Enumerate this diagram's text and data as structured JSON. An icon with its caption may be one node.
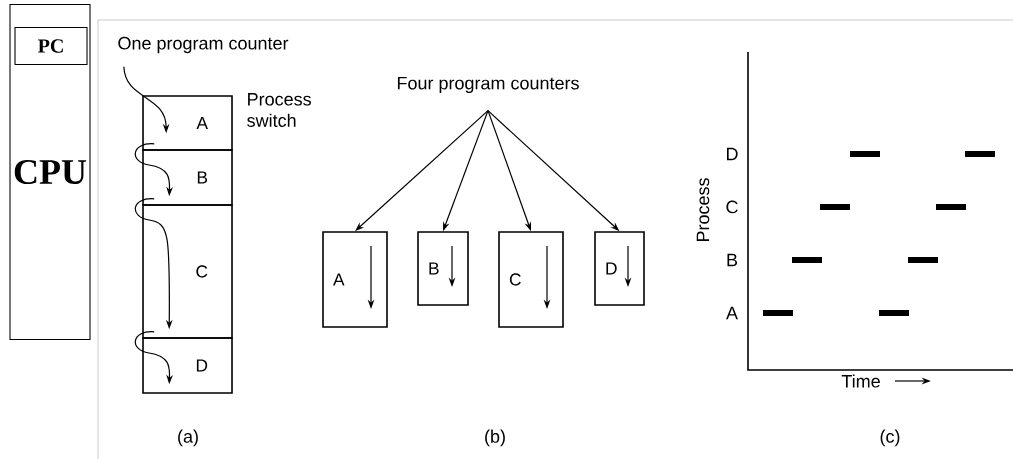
{
  "diagram": {
    "nodes": [
      {
        "text": [
          "CPU"
        ]
      },
      {
        "text": [
          "PC"
        ],
        "in": 0
      },
      {
        "text": [
          "One program counter"
        ]
      },
      {
        "text": [
          "A"
        ]
      },
      {
        "text": [
          "B"
        ]
      },
      {
        "text": [
          "C"
        ]
      },
      {
        "text": [
          "D"
        ]
      },
      {
        "text": [
          "Four program counters"
        ]
      },
      {
        "text": [
          "A"
        ]
      },
      {
        "text": [
          "B"
        ]
      },
      {
        "text": [
          "C"
        ]
      },
      {
        "text": [
          "D"
        ]
      }
    ],
    "edges": [
      {
        "from": 2,
        "to": 3,
        "arrow": "to"
      },
      {
        "from": 3,
        "to": 4,
        "arrow": "to"
      },
      {
        "from": 4,
        "to": 5,
        "arrow": "to"
      },
      {
        "from": 5,
        "to": 6,
        "arrow": "to"
      },
      {
        "from": 7,
        "to": 8,
        "arrow": "to"
      },
      {
        "from": 7,
        "to": 9,
        "arrow": "to"
      },
      {
        "from": 7,
        "to": 10,
        "arrow": "to"
      },
      {
        "from": 7,
        "to": 11,
        "arrow": "to"
      }
    ],
    "labels": [
      "Process switch",
      "Process",
      "D",
      "C",
      "B",
      "A",
      "Time",
      "(a)",
      "(b)",
      "(c)"
    ]
  }
}
